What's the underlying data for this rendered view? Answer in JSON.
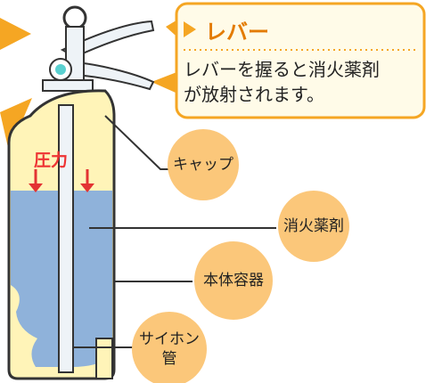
{
  "callout": {
    "title": "レバー",
    "text_line1": "レバーを握ると消火薬剤",
    "text_line2": "が放射されます。"
  },
  "labels": {
    "pressure": "圧力",
    "cap": "キャップ",
    "agent": "消火薬剤",
    "body": "本体容器",
    "siphon_line1": "サイホン",
    "siphon_line2": "管"
  },
  "colors": {
    "bubble": "#fbc77a",
    "callout_bg": "#fffbe8",
    "callout_border": "#f5a623",
    "accent": "#f5a623",
    "agent_fill": "#8fb2da",
    "body_fill": "#fff4b8",
    "pressure": "#e33333"
  }
}
